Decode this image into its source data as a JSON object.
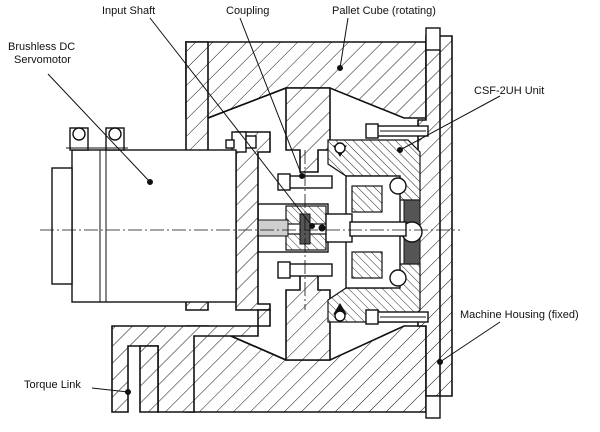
{
  "labels": {
    "brushless_motor_line1": "Brushless DC",
    "brushless_motor_line2": "Servomotor",
    "input_shaft": "Input Shaft",
    "coupling": "Coupling",
    "pallet_cube": "Pallet Cube (rotating)",
    "csf_unit": "CSF-2UH Unit",
    "machine_housing": "Machine Housing (fixed)",
    "torque_link": "Torque Link"
  }
}
